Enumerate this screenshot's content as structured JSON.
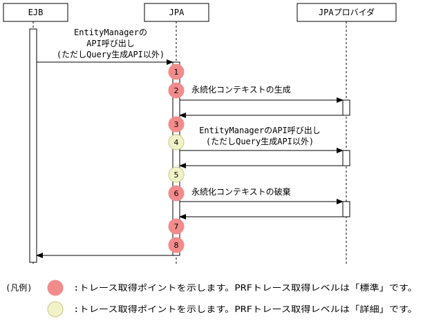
{
  "colors": {
    "standard_point": "#f28b8b",
    "detail_point": "#f2f2c8",
    "detail_point_stroke": "#c8c88a",
    "line": "#000000",
    "box_fill": "#ffffff"
  },
  "participants": [
    {
      "name": "EJB"
    },
    {
      "name": "JPA"
    },
    {
      "name": "JPAプロバイダ"
    }
  ],
  "messages": [
    {
      "lines": [
        "EntityManagerの",
        "API呼び出し",
        "(ただしQuery生成API以外)"
      ]
    },
    {
      "lines": [
        "永続化コンテキストの生成"
      ]
    },
    {
      "lines": [
        "EntityManagerのAPI呼び出し",
        "(ただしQuery生成API以外)"
      ]
    },
    {
      "lines": [
        "永続化コンテキストの破棄"
      ]
    }
  ],
  "trace_points": [
    {
      "number": "1",
      "level": "standard"
    },
    {
      "number": "2",
      "level": "standard"
    },
    {
      "number": "3",
      "level": "standard"
    },
    {
      "number": "4",
      "level": "detail"
    },
    {
      "number": "5",
      "level": "detail"
    },
    {
      "number": "6",
      "level": "standard"
    },
    {
      "number": "7",
      "level": "standard"
    },
    {
      "number": "8",
      "level": "standard"
    }
  ],
  "legend": {
    "title": "(凡例)",
    "standard_text": ":トレース取得ポイントを示します。PRFトレース取得レベルは「標準」です。",
    "detail_text": ":トレース取得ポイントを示します。PRFトレース取得レベルは「詳細」です。"
  }
}
